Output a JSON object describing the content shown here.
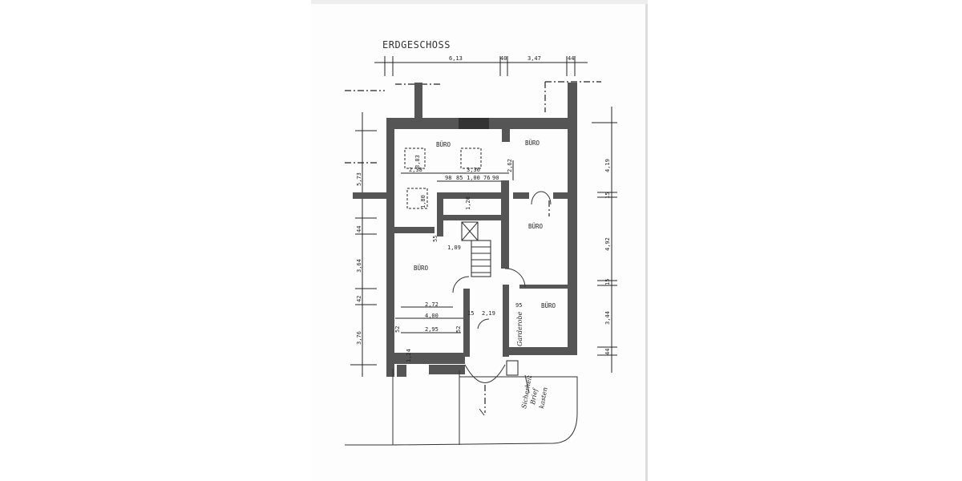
{
  "plan": {
    "title": "ERDGESCHOSS",
    "rooms": [
      "BÜRO",
      "BÜRO",
      "BÜRO",
      "BÜRO",
      "BÜRO"
    ],
    "dims_top": [
      "6,13",
      "40",
      "3,47",
      "44"
    ],
    "dims_right": [
      "4,19",
      "15",
      "4,92",
      "15",
      "3,44",
      "44"
    ],
    "dims_left": [
      "5,73",
      "44",
      "3,64",
      "42",
      "3,76"
    ],
    "dims_interior": [
      "2,38",
      "3,83",
      "3,36",
      "98",
      "85",
      "1,00",
      "76",
      "90",
      "2,62",
      "1,80",
      "1,20",
      "55",
      "1,09",
      "2,72",
      "4,00",
      "15",
      "2,19",
      "95",
      "52",
      "2,95",
      "52",
      "1,24"
    ],
    "annotations": {
      "wardrobe": "Garderobe",
      "mailbox_line1": "Sicherheit",
      "mailbox_line2": "Brief",
      "mailbox_line3": "kasten"
    }
  }
}
